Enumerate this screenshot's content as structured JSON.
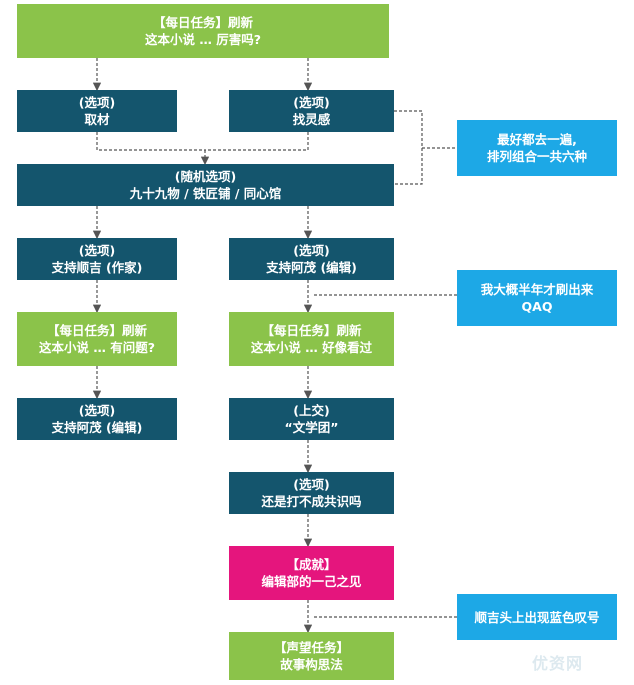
{
  "nodes": {
    "daily1": {
      "line1": "【每日任务】刷新",
      "line2": "这本小说 … 厉害吗?"
    },
    "opt_qucai": {
      "line1": "(选项)",
      "line2": "取材"
    },
    "opt_zhaolinggan": {
      "line1": "(选项)",
      "line2": "找灵感"
    },
    "note1": {
      "line1": "最好都去一遍,",
      "line2": "排列组合一共六种"
    },
    "random": {
      "line1": "(随机选项)",
      "line2": "九十九物 / 铁匠铺 / 同心馆"
    },
    "opt_shunji": {
      "line1": "(选项)",
      "line2": "支持顺吉 (作家)"
    },
    "opt_amao1": {
      "line1": "(选项)",
      "line2": "支持阿茂 (编辑)"
    },
    "note2": {
      "line1": "我大概半年才刷出来",
      "line2": "QAQ"
    },
    "daily_left": {
      "line1": "【每日任务】刷新",
      "line2": "这本小说 … 有问题?"
    },
    "daily_right": {
      "line1": "【每日任务】刷新",
      "line2": "这本小说 … 好像看过"
    },
    "opt_amao2": {
      "line1": "(选项)",
      "line2": "支持阿茂 (编辑)"
    },
    "submit": {
      "line1": "(上交)",
      "line2": "“文学团”"
    },
    "opt_gongshi": {
      "line1": "(选项)",
      "line2": "还是打不成共识吗"
    },
    "achievement": {
      "line1": "【成就】",
      "line2": "编辑部的一己之见"
    },
    "note3": {
      "line1": "顺吉头上出现蓝色叹号"
    },
    "reputation": {
      "line1": "【声望任务】",
      "line2": "故事构思法"
    }
  },
  "colors": {
    "task": "#8bc34a",
    "option": "#14556d",
    "note": "#1da8e6",
    "achievement": "#e5157d",
    "connector": "#555555"
  },
  "watermark": "优资网"
}
